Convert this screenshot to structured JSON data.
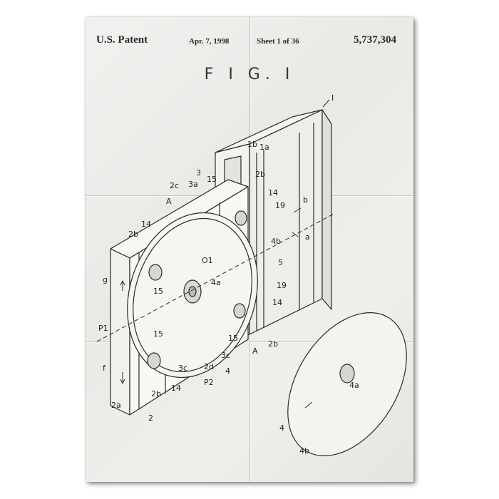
{
  "header": {
    "patent_label": "U.S. Patent",
    "date": "Apr. 7, 1998",
    "sheet": "Sheet 1 of 36",
    "patent_number": "5,737,304"
  },
  "figure": {
    "title": "F I G. I",
    "labels": {
      "l1": "I",
      "l1b": "1b",
      "l1a": "1a",
      "l3": "3",
      "l15a": "15",
      "l2b_a": "2b",
      "l2c": "2c",
      "l3a": "3a",
      "lA1": "A",
      "l14a": "14",
      "l19a": "19",
      "lb": "b",
      "la": "a",
      "l2b_b": "2b",
      "l14b": "14",
      "lO1": "O1",
      "l4b": "4b",
      "l5": "5",
      "lg": "g",
      "l15b": "15",
      "l4a": "4a",
      "l19b": "19",
      "l14c": "14",
      "lP1": "P1",
      "l15c": "15",
      "l15d": "15",
      "lA2": "A",
      "l2b_c": "2b",
      "l3c_a": "3c",
      "l4": "4",
      "l2d": "2d",
      "lf": "f",
      "l3c_b": "3c",
      "lP2": "P2",
      "l14d": "14",
      "l2b_d": "2b",
      "l2a": "2a",
      "l2": "2",
      "l4a2": "4a",
      "l4_2": "4",
      "l4b2": "4b"
    }
  }
}
